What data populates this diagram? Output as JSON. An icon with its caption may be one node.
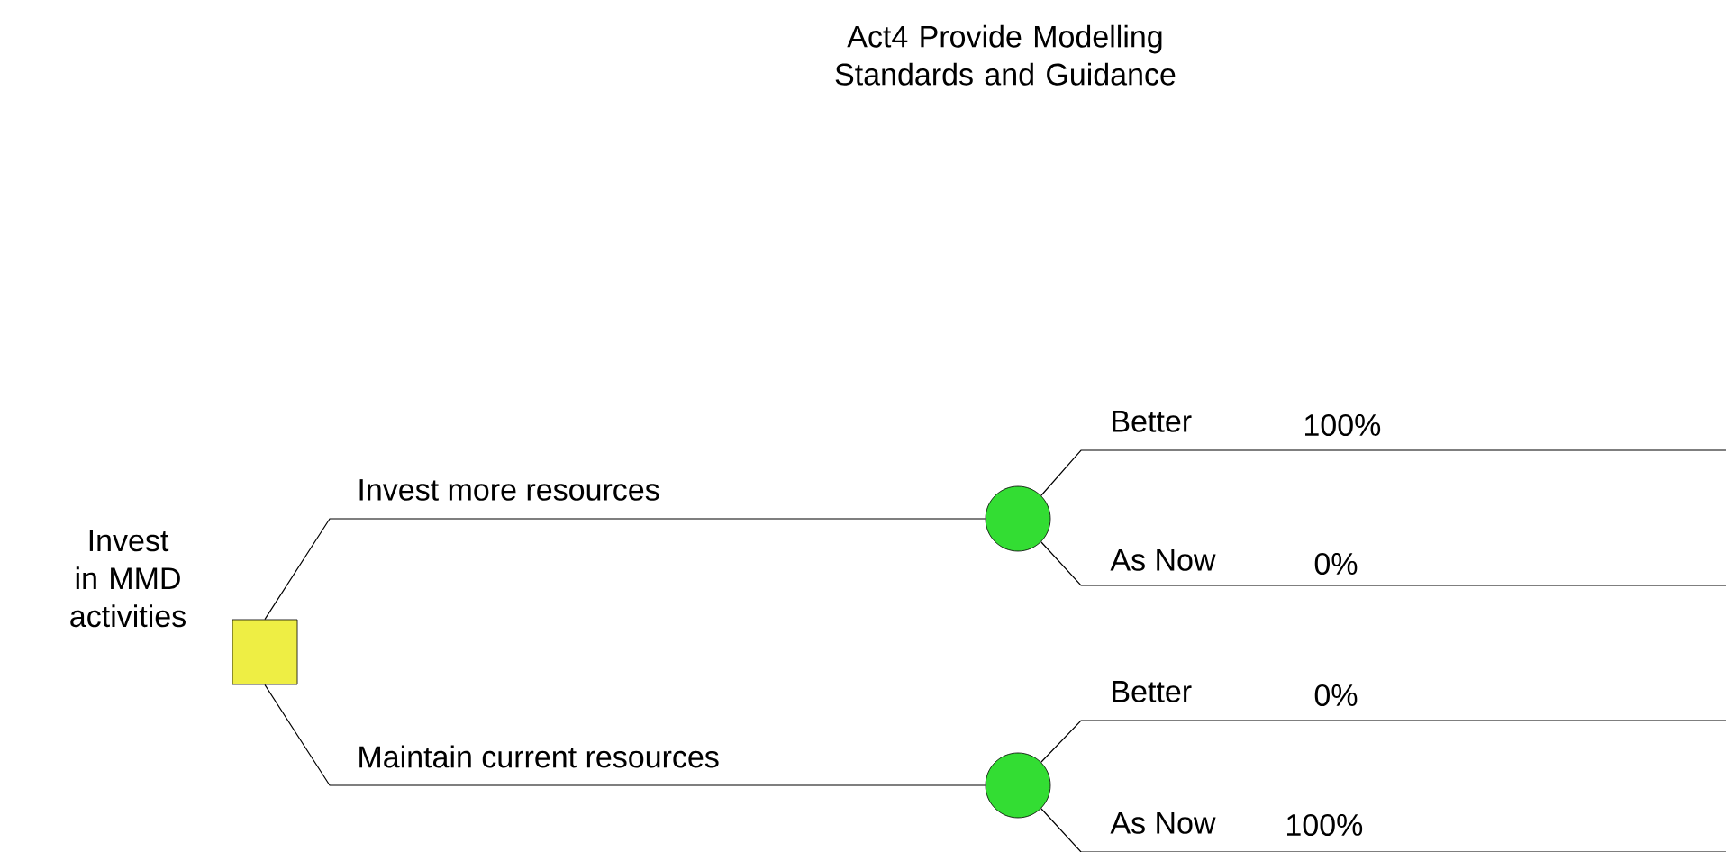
{
  "diagram": {
    "title": "Act4 Provide Modelling Standards and Guidance",
    "nodes": [
      {
        "text": [
          "Invest in MMD activities"
        ]
      },
      {
        "text": [],
        "shape": "circle"
      },
      {
        "text": [],
        "shape": "circle"
      }
    ],
    "edges": [
      {
        "from": 0,
        "to": 1,
        "arrow": "none",
        "label": "Invest more resources"
      },
      {
        "from": 0,
        "to": 2,
        "arrow": "none",
        "label": "Maintain current resources"
      },
      {
        "from": 1,
        "to": null,
        "arrow": "none",
        "label": "Better"
      },
      {
        "from": 1,
        "to": null,
        "arrow": "none",
        "label": "As Now"
      },
      {
        "from": 2,
        "to": null,
        "arrow": "none",
        "label": "Better"
      },
      {
        "from": 2,
        "to": null,
        "arrow": "none",
        "label": "As Now"
      }
    ],
    "labels": [
      "100%",
      "0%",
      "0%",
      "100%"
    ]
  }
}
